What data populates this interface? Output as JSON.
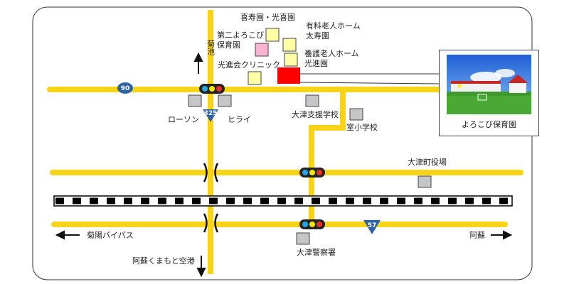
{
  "map": {
    "labels": {
      "kijuen": "喜寿園・光喜園",
      "daini_yorokobi": "第二よろこび\n保育園",
      "yuryo_rojin": "有料老人ホーム\n太寿園",
      "yogo_rojin": "養護老人ホーム\n光進園",
      "koshinkai": "光進会クリニック",
      "kikuchi": "菊池",
      "lawson": "ローソン",
      "hirai": "ヒライ",
      "otsu_shien": "大津支援学校",
      "muro_sho": "室小学校",
      "otsu_yakuba": "大津町役場",
      "kikuyo_bypass": "菊陽バイパス",
      "aso_right": "阿蘇",
      "otsu_police": "大津警察署",
      "aso_airport": "阿蘇くまもと空港"
    },
    "routes": {
      "r90": "90",
      "r325": "325",
      "r57": "57"
    },
    "photo_caption": "よろこび保育園",
    "colors": {
      "road": "#f7d417",
      "target": "#ff0000",
      "facility": "#ffffa6",
      "nursery2": "#f7b4d0",
      "landmark_gray": "#c6c6c6",
      "route_blue": "#2f63a7"
    }
  }
}
